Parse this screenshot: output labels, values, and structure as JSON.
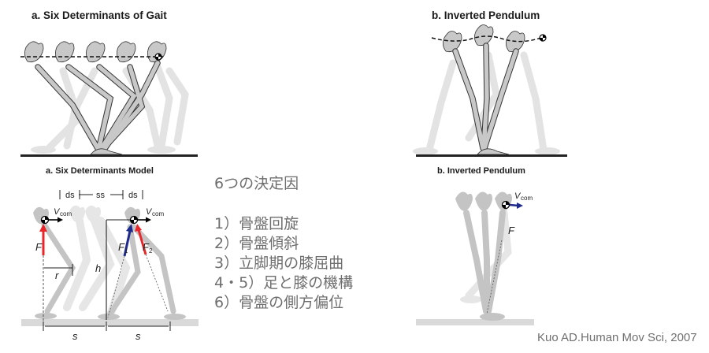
{
  "panels": {
    "top_left": {
      "title": "a. Six Determinants of Gait"
    },
    "top_right": {
      "title": "b. Inverted Pendulum"
    },
    "bottom_left": {
      "title": "a. Six Determinants Model",
      "labels": {
        "ds1": "ds",
        "ss": "ss",
        "ds2": "ds",
        "vcom1": "V",
        "vcom1_sub": "com",
        "vcom2": "V",
        "vcom2_sub": "com",
        "F": "F",
        "F1": "F",
        "F1_sub": "1",
        "F2": "F",
        "F2_sub": "2",
        "r": "r",
        "h": "h",
        "s1": "s",
        "s2": "s"
      }
    },
    "bottom_right": {
      "title": "b. Inverted Pendulum",
      "labels": {
        "vcom": "V",
        "vcom_sub": "com",
        "F": "F"
      }
    }
  },
  "determinants": {
    "title": "6つの決定因",
    "items": [
      "1）骨盤回旋",
      "2）骨盤傾斜",
      "3）立脚期の膝屈曲",
      "4・5）足と膝の機構",
      "6）骨盤の側方偏位"
    ]
  },
  "citation": "Kuo AD.Human Mov Sci, 2007",
  "colors": {
    "force_red": "#e8252a",
    "force_blue": "#1f2a8c",
    "bone_fill": "#c8c8c8",
    "ghost": "#e2e2e2",
    "ground": "#d9d9d9",
    "text_gray": "#6e6e6e"
  }
}
